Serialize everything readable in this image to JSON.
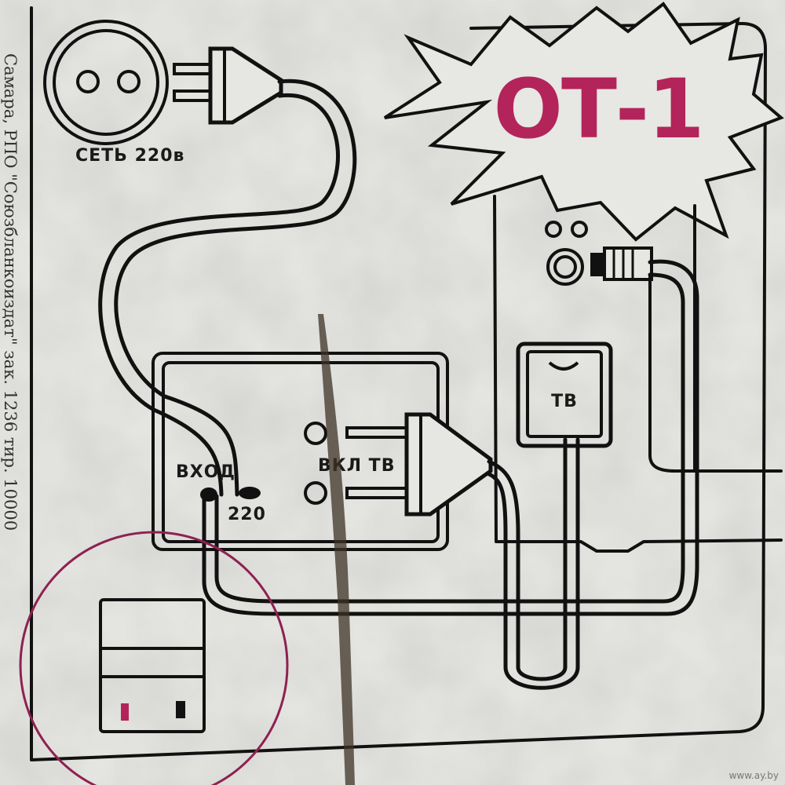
{
  "colors": {
    "paper": "#e6e6e2",
    "ink": "#111111",
    "brand": "#b3245a"
  },
  "brand": {
    "title": "ОТ-1"
  },
  "labels": {
    "mains": "СЕТЬ 220в",
    "input": "ВХОД",
    "input_voltage": "220",
    "tv_on": "ВКЛ ТВ",
    "tv": "ТВ"
  },
  "side_text": "Самара, РПО \"Союзбланкоиздат\" зак. 1236 тир. 10000",
  "watermark": "www.ay.by"
}
